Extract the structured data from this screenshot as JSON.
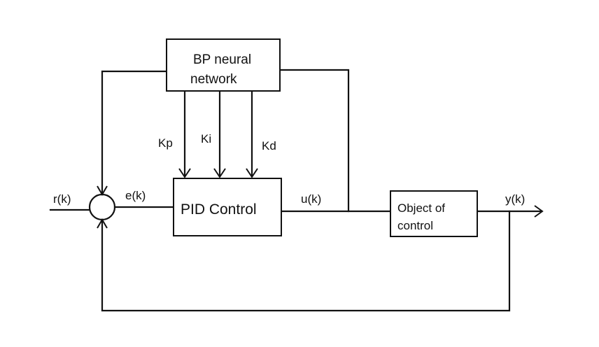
{
  "blocks": {
    "bp_line1": "BP neural",
    "bp_line2": "network",
    "pid": "PID Control",
    "object_line1": "Object of",
    "object_line2": "control"
  },
  "signals": {
    "reference": "r(k)",
    "error": "e(k)",
    "control": "u(k)",
    "output": "y(k)",
    "kp": "Kp",
    "ki": "Ki",
    "kd": "Kd"
  }
}
